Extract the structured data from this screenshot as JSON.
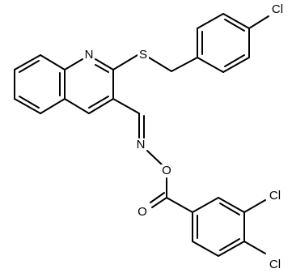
{
  "structure": {
    "atoms": {
      "quinoline_n": "N",
      "thioether_s": "S",
      "oxime_n": "N",
      "ester_o_link": "O",
      "carbonyl_o": "O",
      "cl_benzyl": "Cl",
      "cl_meta": "Cl",
      "cl_para": "Cl"
    }
  }
}
